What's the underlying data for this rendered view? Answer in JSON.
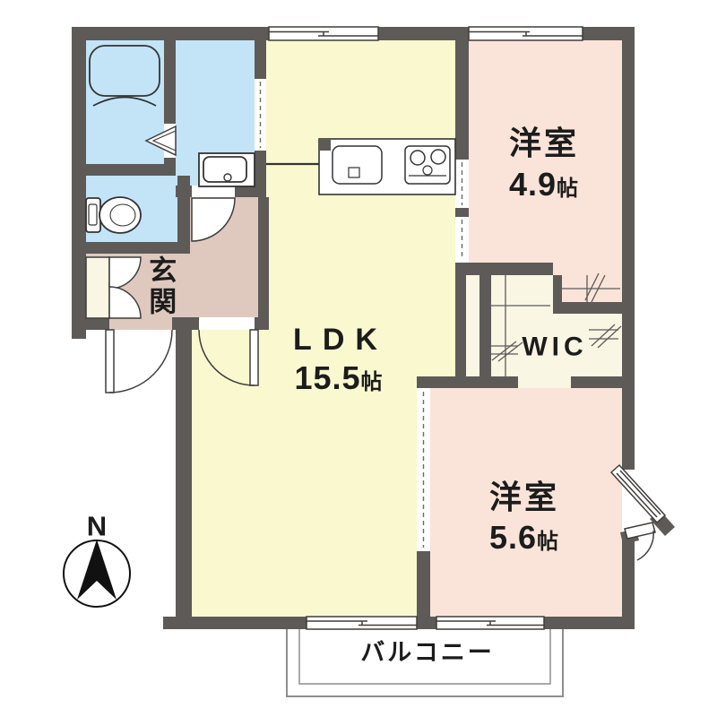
{
  "plan": {
    "compass": {
      "label": "N"
    },
    "rooms": {
      "ldk": {
        "name": "LDK",
        "size_value": "15.5",
        "size_unit": "帖"
      },
      "bedroom_north": {
        "name": "洋室",
        "size_value": "4.9",
        "size_unit": "帖"
      },
      "bedroom_south": {
        "name": "洋室",
        "size_value": "5.6",
        "size_unit": "帖"
      },
      "wic": {
        "name": "WIC"
      },
      "entrance": {
        "name": "玄関"
      },
      "balcony": {
        "name": "バルコニー"
      }
    },
    "colors": {
      "wall": "#5d5a58",
      "ldk_floor": "#f9f8cf",
      "bedroom_floor": "#fae4d9",
      "wet_area_floor": "#c3e4f7",
      "entrance_floor": "#dfc9bf",
      "wic_floor": "#faf6e4",
      "outline": "#333333",
      "text": "#1c1c1c"
    },
    "fixtures": [
      "bathtub",
      "washbasin",
      "toilet",
      "kitchen-sink",
      "gas-stove"
    ]
  }
}
